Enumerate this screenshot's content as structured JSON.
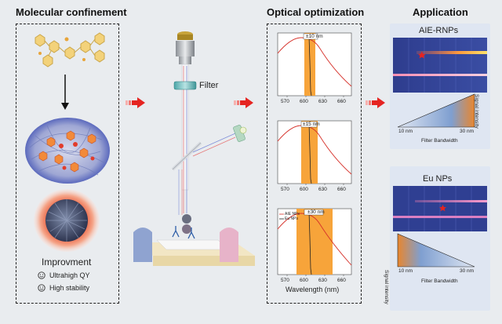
{
  "panels": {
    "confinement": {
      "title": "Molecular confinement",
      "improvement_title": "Improvment",
      "items": [
        "Ultrahigh QY",
        "High stability"
      ]
    },
    "microscope": {
      "filter_label": "Filter"
    },
    "optical": {
      "title": "Optical optimization",
      "plots": [
        {
          "bandwidth_label": "±10 nm",
          "ticks": [
            "570",
            "600",
            "630",
            "660"
          ]
        },
        {
          "bandwidth_label": "±15 nm",
          "ticks": [
            "570",
            "600",
            "630",
            "660"
          ]
        },
        {
          "bandwidth_label": "±30 nm",
          "ticks": [
            "570",
            "600",
            "630",
            "660"
          ],
          "legend": [
            "AIE NPs",
            "Eu NPs"
          ]
        }
      ],
      "xlabel": "Wavelength (nm)"
    },
    "application": {
      "title": "Application",
      "aie": {
        "label": "AIE-RNPs",
        "triangle_left": "10 nm",
        "triangle_right": "30 nm",
        "xlabel": "Filter Bandwidth",
        "ylabel": "Signal intensity"
      },
      "eu": {
        "label": "Eu NPs",
        "triangle_left": "10 nm",
        "triangle_right": "30 nm",
        "xlabel": "Filter Bandwidth",
        "ylabel": "Signal intensity"
      }
    }
  },
  "colors": {
    "arrow": "#e52421",
    "band": "#f7a43a",
    "curve_red": "#d6322b",
    "curve_dark": "#222222",
    "strip_bg": "#2b3f8f"
  }
}
